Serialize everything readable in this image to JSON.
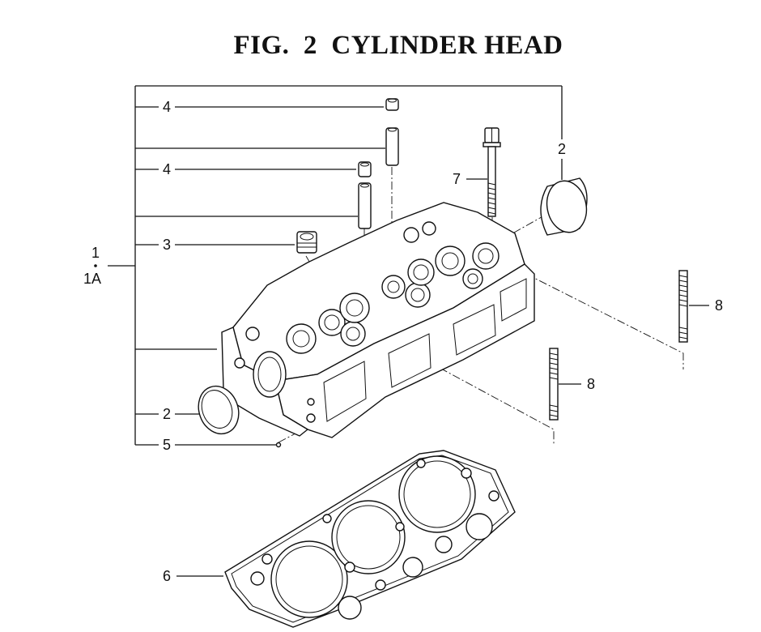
{
  "title": "FIG.  2  CYLINDER HEAD",
  "callouts": {
    "c1": "1",
    "c1a": "1A",
    "c2_top": "2",
    "c2_left": "2",
    "c3": "3",
    "c4_top": "4",
    "c4_mid": "4",
    "c5": "5",
    "c6": "6",
    "c7": "7",
    "c8_right": "8",
    "c8_mid": "8"
  }
}
